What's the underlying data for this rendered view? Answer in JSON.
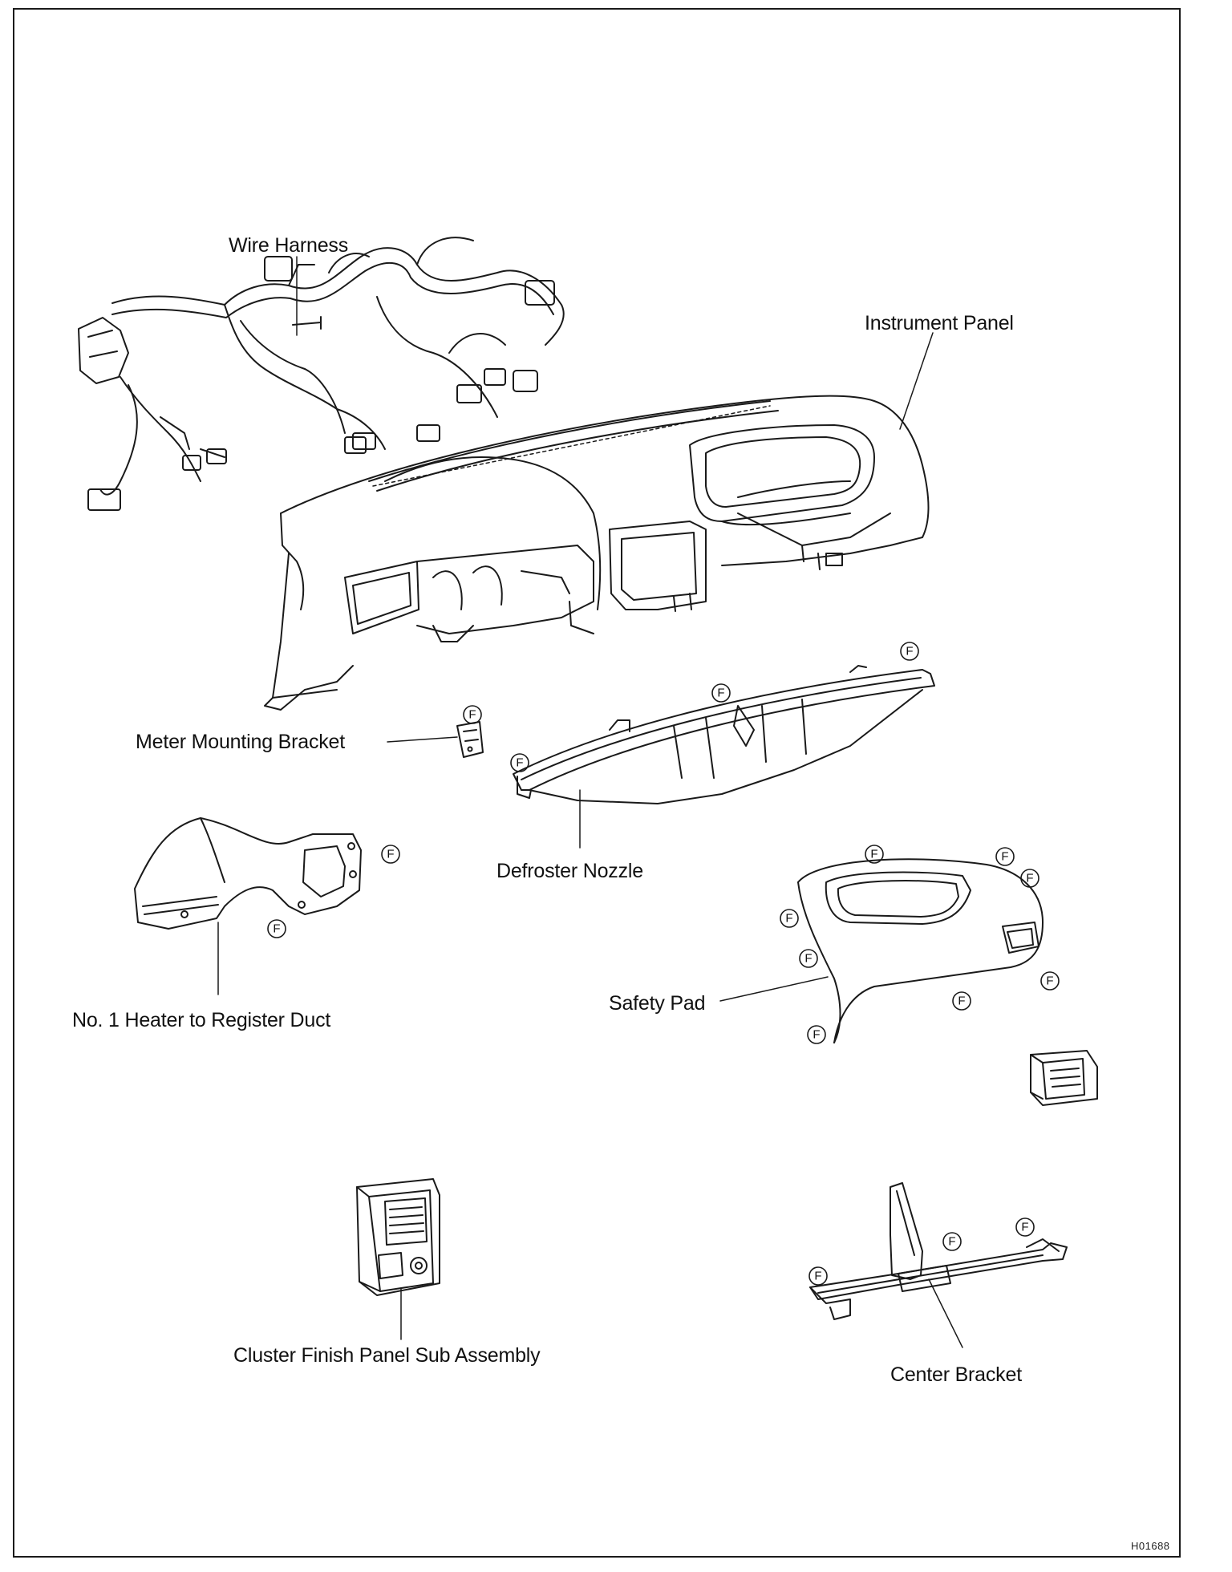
{
  "labels": {
    "wire_harness": "Wire Harness",
    "instrument_panel": "Instrument Panel",
    "meter_mounting_bracket": "Meter Mounting Bracket",
    "defroster_nozzle": "Defroster Nozzle",
    "heater_duct": "No. 1 Heater to Register Duct",
    "safety_pad": "Safety Pad",
    "cluster_finish_panel": "Cluster Finish Panel Sub Assembly",
    "center_bracket": "Center Bracket"
  },
  "fastener_symbol": "F",
  "figure_code": "H01688"
}
